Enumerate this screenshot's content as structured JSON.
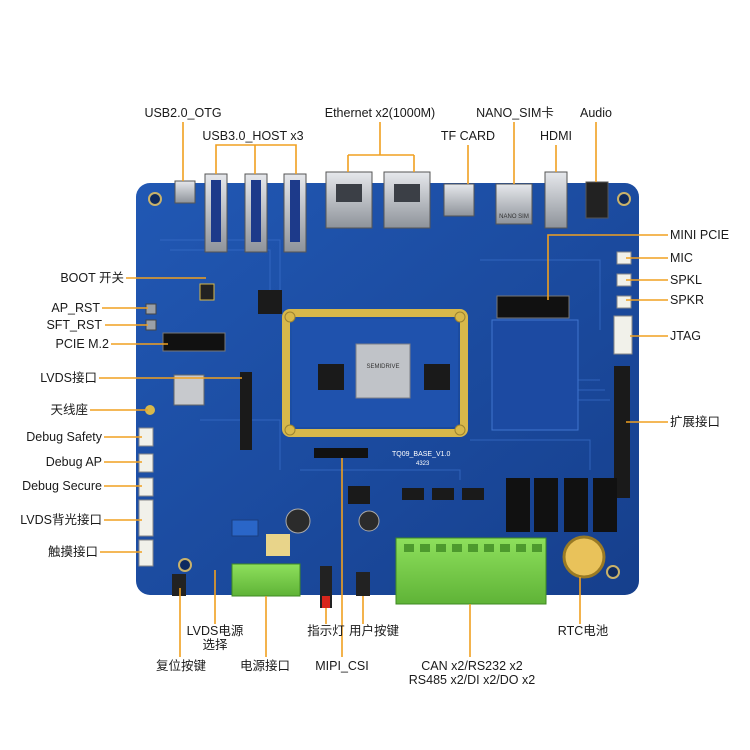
{
  "board": {
    "silkscreen_model": "TQ09_BASE_V1.0",
    "silkscreen_date": "4323",
    "chip_brand": "SEMIDRIVE",
    "nano_sim_mark": "NANO SIM"
  },
  "labels_top": {
    "usb_otg": "USB2.0_OTG",
    "usb_host": "USB3.0_HOST x3",
    "ethernet": "Ethernet x2(1000M)",
    "tf_card": "TF CARD",
    "nano_sim": "NANO_SIM卡",
    "hdmi": "HDMI",
    "audio": "Audio"
  },
  "labels_left": {
    "boot": "BOOT 开关",
    "ap_rst": "AP_RST",
    "sft_rst": "SFT_RST",
    "pcie_m2": "PCIE M.2",
    "lvds": "LVDS接口",
    "antenna": "天线座",
    "debug_safety": "Debug Safety",
    "debug_ap": "Debug AP",
    "debug_secure": "Debug Secure",
    "lvds_backlight": "LVDS背光接口",
    "touch": "触摸接口"
  },
  "labels_right": {
    "mini_pcie": "MINI PCIE",
    "mic": "MIC",
    "spkl": "SPKL",
    "spkr": "SPKR",
    "jtag": "JTAG",
    "expansion": "扩展接口"
  },
  "labels_bottom": {
    "lvds_power_1": "LVDS电源",
    "lvds_power_2": "选择",
    "reset_button": "复位按键",
    "power_port": "电源接口",
    "indicator": "指示灯",
    "mipi_csi": "MIPI_CSI",
    "user_button": "用户按键",
    "can_line1": "CAN x2/RS232 x2",
    "can_line2": "RS485 x2/DI x2/DO x2",
    "rtc_battery": "RTC电池"
  },
  "colors": {
    "pcb": "#1d4fa8",
    "pcb_dark": "#163d86",
    "leader": "#f0a020",
    "terminal_green": "#7ccf4e",
    "connector_white": "#f1f1ea",
    "gold": "#d8b84a",
    "metal": "#b9bcc2"
  }
}
